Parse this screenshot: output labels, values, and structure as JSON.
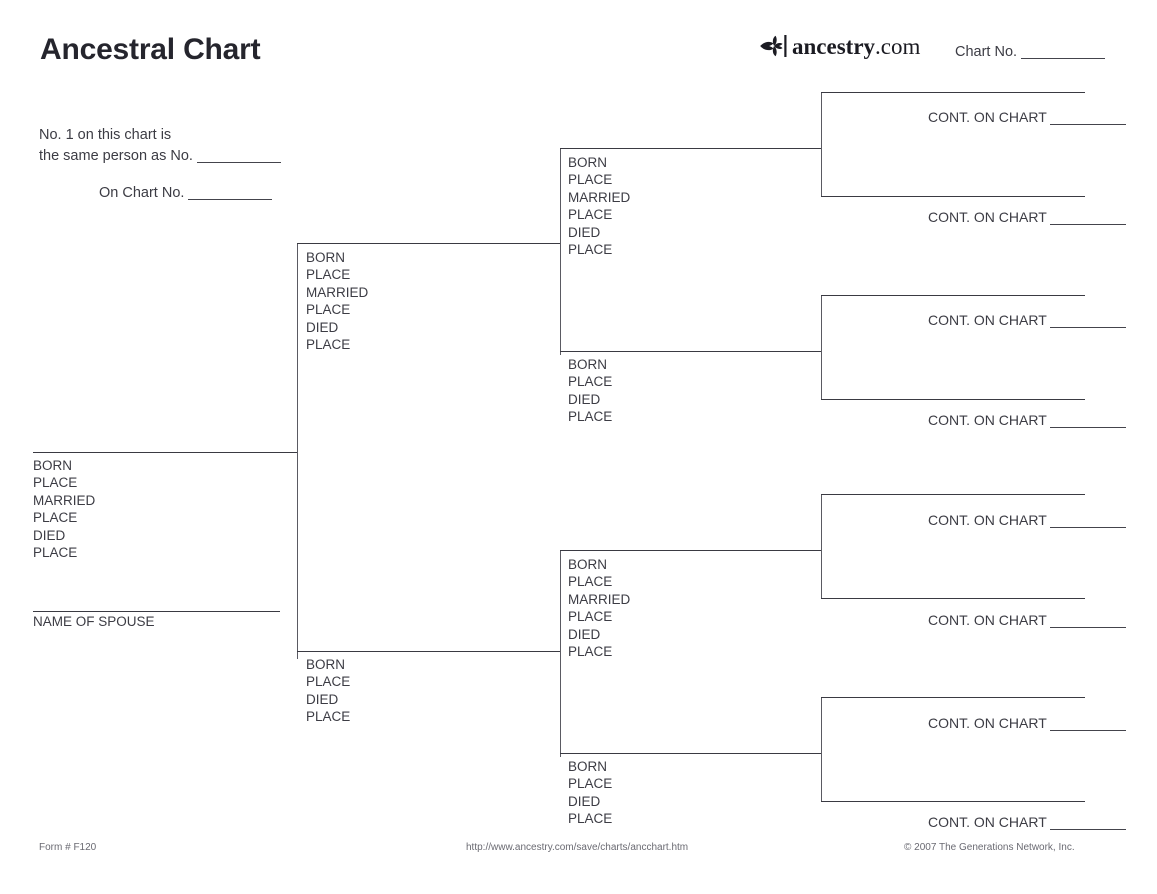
{
  "page": {
    "title": "Ancestral Chart",
    "background": "#ffffff",
    "text_color": "#3c3c44",
    "line_color": "#3a3a42"
  },
  "brand": {
    "name_bold": "ancestry",
    "name_light": ".com",
    "logo_icon": "ancestry-leaf-icon"
  },
  "header": {
    "chart_no_label": "Chart No.",
    "chart_no_value": ""
  },
  "note": {
    "line1": "No. 1 on this chart is",
    "line2": "the same person as No.",
    "line2_value": "",
    "line3": "On Chart No.",
    "line3_value": ""
  },
  "labels": {
    "born": "BORN",
    "place": "PLACE",
    "married": "MARRIED",
    "died": "DIED",
    "name_of_spouse": "NAME OF SPOUSE",
    "cont_on_chart": "CONT. ON CHART"
  },
  "person_1": {
    "name": "",
    "fields": [
      "BORN",
      "PLACE",
      "MARRIED",
      "PLACE",
      "DIED",
      "PLACE"
    ],
    "spouse_name": "",
    "spouse_label": "NAME OF SPOUSE"
  },
  "generation_2": [
    {
      "position": "father",
      "name": "",
      "fields": [
        "BORN",
        "PLACE",
        "MARRIED",
        "PLACE",
        "DIED",
        "PLACE"
      ]
    },
    {
      "position": "mother",
      "name": "",
      "fields": [
        "BORN",
        "PLACE",
        "DIED",
        "PLACE"
      ]
    }
  ],
  "generation_3": [
    {
      "position": "paternal-grandfather",
      "name": "",
      "fields": [
        "BORN",
        "PLACE",
        "MARRIED",
        "PLACE",
        "DIED",
        "PLACE"
      ]
    },
    {
      "position": "paternal-grandmother",
      "name": "",
      "fields": [
        "BORN",
        "PLACE",
        "DIED",
        "PLACE"
      ]
    },
    {
      "position": "maternal-grandfather",
      "name": "",
      "fields": [
        "BORN",
        "PLACE",
        "MARRIED",
        "PLACE",
        "DIED",
        "PLACE"
      ]
    },
    {
      "position": "maternal-grandmother",
      "name": "",
      "fields": [
        "BORN",
        "PLACE",
        "DIED",
        "PLACE"
      ]
    }
  ],
  "generation_4": [
    {
      "slot": 1,
      "name": "",
      "cont_label": "CONT. ON CHART",
      "cont_value": ""
    },
    {
      "slot": 2,
      "name": "",
      "cont_label": "CONT. ON CHART",
      "cont_value": ""
    },
    {
      "slot": 3,
      "name": "",
      "cont_label": "CONT. ON CHART",
      "cont_value": ""
    },
    {
      "slot": 4,
      "name": "",
      "cont_label": "CONT. ON CHART",
      "cont_value": ""
    },
    {
      "slot": 5,
      "name": "",
      "cont_label": "CONT. ON CHART",
      "cont_value": ""
    },
    {
      "slot": 6,
      "name": "",
      "cont_label": "CONT. ON CHART",
      "cont_value": ""
    },
    {
      "slot": 7,
      "name": "",
      "cont_label": "CONT. ON CHART",
      "cont_value": ""
    },
    {
      "slot": 8,
      "name": "",
      "cont_label": "CONT. ON CHART",
      "cont_value": ""
    }
  ],
  "footer": {
    "form_number": "Form # F120",
    "url": "http://www.ancestry.com/save/charts/ancchart.htm",
    "copyright": "© 2007 The Generations Network, Inc."
  }
}
